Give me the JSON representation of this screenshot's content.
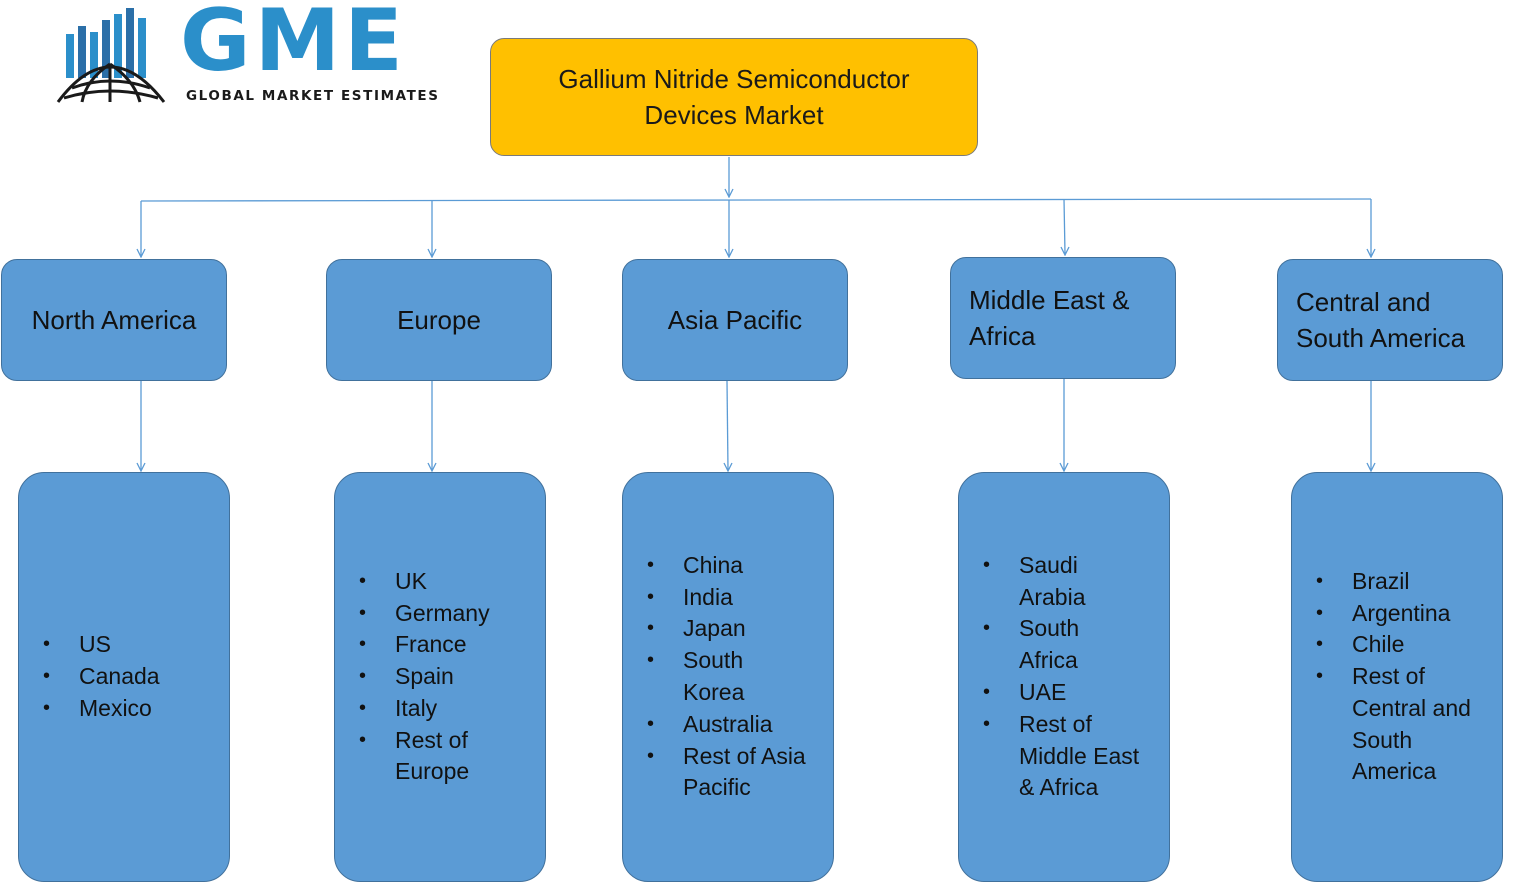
{
  "logo": {
    "wordmark": "GME",
    "tagline": "GLOBAL MARKET ESTIMATES",
    "brand_color": "#2b8fca"
  },
  "root": {
    "title_line1": "Gallium Nitride Semiconductor",
    "title_line2": "Devices Market",
    "fill_color": "#ffc000"
  },
  "box_color": "#5b9bd5",
  "regions": [
    {
      "label": "North America",
      "countries": [
        "US",
        "Canada",
        "Mexico"
      ]
    },
    {
      "label": "Europe",
      "countries": [
        "UK",
        "Germany",
        "France",
        "Spain",
        "Italy",
        "Rest of Europe"
      ]
    },
    {
      "label": "Asia Pacific",
      "countries": [
        "China",
        "India",
        "Japan",
        "South Korea",
        "Australia",
        "Rest of Asia Pacific"
      ]
    },
    {
      "label": "Middle East & Africa",
      "countries": [
        "Saudi Arabia",
        "South Africa",
        "UAE",
        "Rest of Middle East & Africa"
      ]
    },
    {
      "label": "Central and South America",
      "countries": [
        "Brazil",
        "Argentina",
        "Chile",
        "Rest of Central and South America"
      ]
    }
  ]
}
